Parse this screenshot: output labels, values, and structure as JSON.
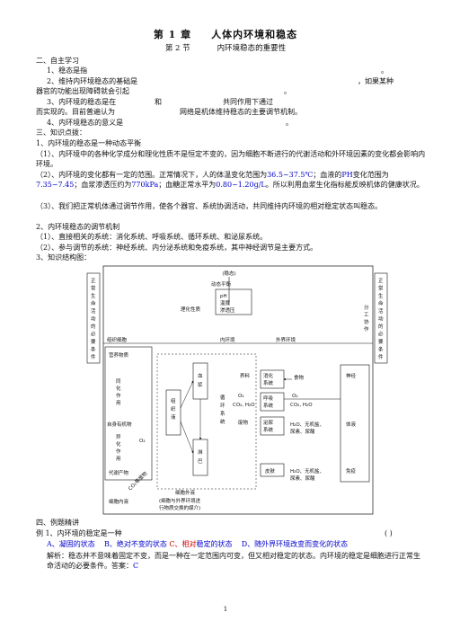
{
  "header": {
    "chapter": "第 1 章",
    "chapter_title": "人体内环境和稳态",
    "section": "第 2 节",
    "section_title": "内环境稳态的重要性"
  },
  "self_study": {
    "heading": "二、自主学习",
    "q1": "1、稳态是指",
    "q1_end": "。",
    "q2": "2、维持内环境稳态的基础是",
    "q2_mid": "，如果某种",
    "q2_line2": "器官的功能出现障碍就会引起",
    "q2_end": "。",
    "q3_a": "3、内环境的稳态是在",
    "q3_b": "和",
    "q3_c": "共同作用下通过",
    "q3_line2a": "而实现的。目前普遍认为",
    "q3_line2b": "网络是机体维持稳态的主要调节机制。",
    "q4": "4、内环境稳态的意义是",
    "q4_end": "。"
  },
  "knowledge": {
    "heading": "三、知识点拨：",
    "p1": "1、内环境的稳态是一种动态平衡",
    "p1_1": "（1）、内环境中的各种化学成分和理化性质不是恒定不变的，因为细胞不断进行的代谢活动和外环境因素的变化都会影响内环境。",
    "p1_2a": "（2）、内环境的变化都有一定的范围。正常情况下，人的体温变化范围为",
    "temp": "36.5~37.5℃",
    "p1_2b": "；血液的",
    "ph_label": "PH",
    "p1_2c": "变化范围为",
    "ph": "7.35~7.45",
    "p1_2d": "；血浆渗透压约为",
    "osm": "770kPa",
    "p1_2e": "；血糖正常水平为",
    "glu": "0.80~1.20g/L",
    "p1_2f": "。所以利用血浆生化指标能反映机体的健康状况。",
    "p1_3": "（3）、我们把正常机体通过调节作用，使各个器官、系统协调活动，共同维持内环境的相对稳定状态叫稳态。",
    "p2": "2、内环境稳态的调节机制",
    "p2_1": "（1）、直接相关的系统：消化系统、呼吸系统、循环系统、和泌尿系统。",
    "p2_2": "（2）、参与调节的系统：神经系统、内分泌系统和免疫系统，其中神经调节是主要方式。",
    "p3": "3、知识结构图："
  },
  "diagram": {
    "top": "(稳态)",
    "dynamic": "动态平衡",
    "physchem": "理化性质",
    "ph": "pH",
    "temp": "温度",
    "osmotic": "渗透压",
    "left_box": [
      "正",
      "常",
      "生",
      "命",
      "活",
      "动",
      "的",
      "必",
      "要",
      "条",
      "件"
    ],
    "right_box": [
      "正",
      "常",
      "生",
      "命",
      "活",
      "动",
      "的",
      "必",
      "要",
      "条",
      "件"
    ],
    "coop": [
      "分",
      "工",
      "协",
      "作"
    ],
    "tissue_cell": "组织细胞",
    "internal_env": "内环境",
    "external_env": "外界环境",
    "nutrients": "营养物质",
    "assim": [
      "同",
      "化",
      "作",
      "用"
    ],
    "own_org": "自身有机物",
    "dissim": [
      "异",
      "化",
      "作",
      "用"
    ],
    "metab": "代谢产物",
    "o2": "O₂",
    "co2_etc": "CO₂等废物",
    "intracell": "细胞内液",
    "extracell": "细胞外液",
    "extracell_note1": "(细胞与外界环境进",
    "extracell_note2": "行物质交换的媒介)",
    "plasma": [
      "血",
      "浆"
    ],
    "tissue_fluid": [
      "组",
      "织",
      "液"
    ],
    "lymph": [
      "淋",
      "巴"
    ],
    "circulation": [
      "循",
      "环",
      "系",
      "统"
    ],
    "nutrients2": "养料",
    "digestive": [
      "消化",
      "系统"
    ],
    "food": "食物",
    "o2_2": "O₂",
    "co2_h2o": "CO₂, H₂O",
    "respiratory": [
      "呼吸",
      "系统"
    ],
    "o2_3": "O₂",
    "co2_h2o_2": "CO₂, H₂O",
    "waste": "废物",
    "urinary": [
      "泌尿",
      "系统"
    ],
    "urinary_out": [
      "H₂O、无机盐、",
      "尿素、尿酸"
    ],
    "skin": "皮肤",
    "skin_out": [
      "H₂O、无机盐、",
      "尿素、尿酸"
    ],
    "nervous": "神经",
    "humoral": "体液",
    "immune": "免疫",
    "interstitial": [
      "组",
      "织",
      "液"
    ]
  },
  "examples": {
    "heading": "四、例题精讲",
    "ex1": "例 1、内环境的稳定是一种",
    "ex1_paren": "(      )",
    "opt_a": "A、凝固的状态",
    "opt_b": "B、绝对不变的状态",
    "opt_c": "C、",
    "opt_c_red": "相对",
    "opt_c_end": "稳定的状态",
    "opt_d": "D、随外界环境改变而变化的状态",
    "analysis": "解析：稳态并不意味着固定不变，而是一种在一定范围内可变，但又相对稳定的状态。内环境的稳定是细胞进行正常生命活动的必要条件。答案：",
    "answer": "C"
  },
  "footer": {
    "page": "1"
  }
}
